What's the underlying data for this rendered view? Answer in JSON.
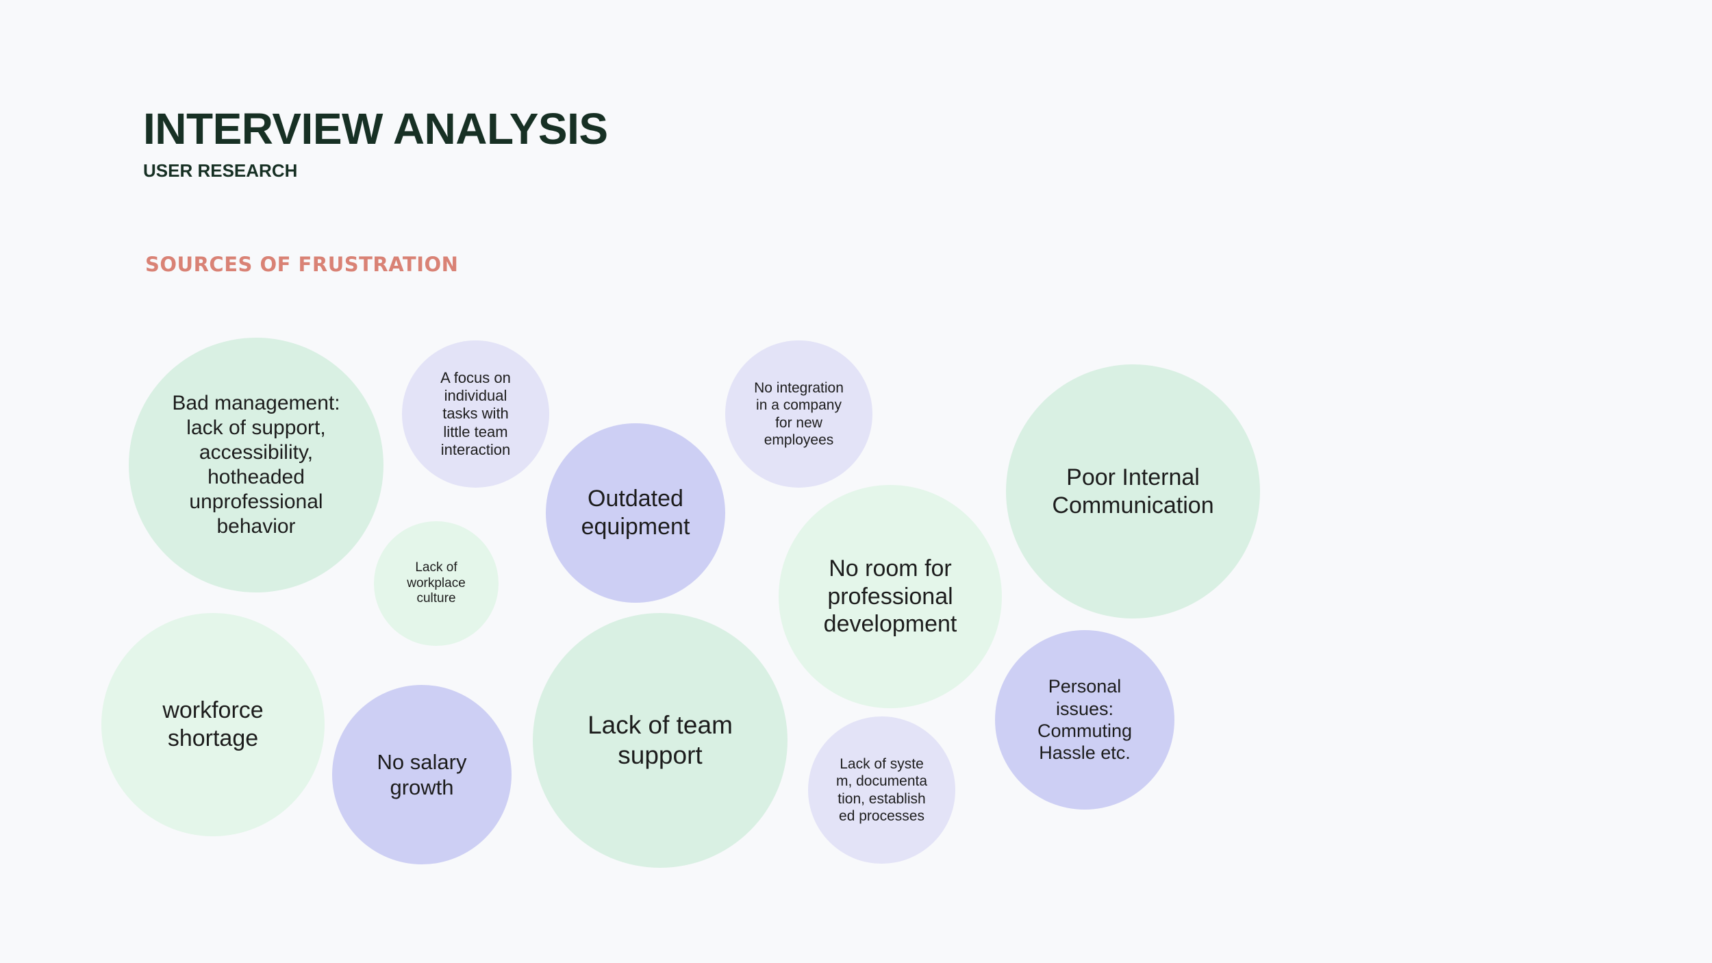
{
  "header": {
    "title": "INTERVIEW ANALYSIS",
    "subtitle": "USER RESEARCH",
    "section": "SOURCES OF FRUSTRATION"
  },
  "colors": {
    "title": "#173024",
    "section": "#d98275",
    "mint": "#d9f0e3",
    "mint_light": "#e4f6ea",
    "violet": "#cdcff4",
    "lavender": "#e3e3f7"
  },
  "bubbles": {
    "bad_management": "Bad management: lack of support, accessibility, hotheaded unprofessional behavior",
    "focus_individual": "A focus on individual tasks with little team interaction",
    "outdated_equipment": "Outdated equipment",
    "no_integration": "No integration in a company for new employees",
    "poor_communication": "Poor Internal Communication",
    "workplace_culture": "Lack of workplace culture",
    "professional_development": "No room for professional development",
    "workforce_shortage": "workforce shortage",
    "salary_growth": "No salary growth",
    "team_support": "Lack of team support",
    "personal_issues": "Personal issues: Commuting Hassle etc.",
    "lack_system": "Lack of system, documentation, established processes"
  }
}
